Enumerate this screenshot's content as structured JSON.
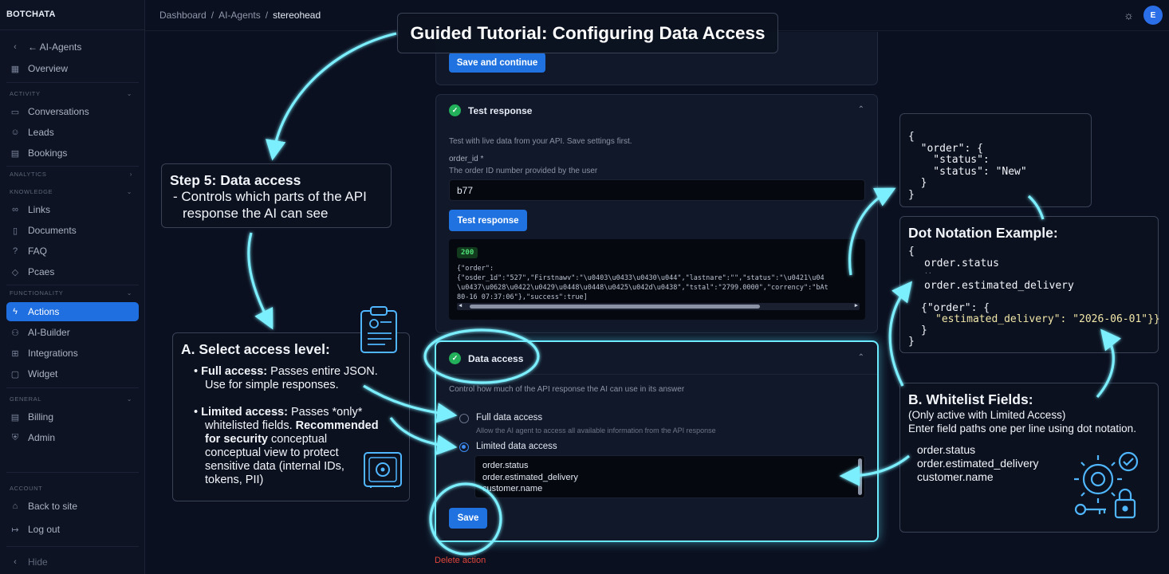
{
  "sidebar": {
    "brand": "BOTCHATA",
    "back": "← AI-Agents",
    "overview": "Overview",
    "sections": {
      "activity": "ACTIVITY",
      "analytics": "ANALYTICS",
      "knowledge": "KNOWLEDGE",
      "functionality": "FUNCTIONALITY",
      "general": "GENERAL",
      "account": "ACCOUNT"
    },
    "items": {
      "conversations": "Conversations",
      "leads": "Leads",
      "bookings": "Bookings",
      "links": "Links",
      "documents": "Documents",
      "faq": "FAQ",
      "pages": "Pcaes",
      "actions": "Actions",
      "ai_builder": "AI-Builder",
      "integrations": "Integrations",
      "widget": "Widget",
      "billing": "Billing",
      "admin": "Admin",
      "back_to_site": "Back to site",
      "log_out": "Log out",
      "hide": "Hide"
    }
  },
  "topbar": {
    "crumb1": "Dashboard",
    "crumb2": "AI-Agents",
    "crumb3": "stereohead",
    "sep": "/",
    "avatar": "E"
  },
  "main": {
    "save_continue": "Save and continue",
    "test": {
      "title": "Test response",
      "desc": "Test with live data from your API. Save settings first.",
      "field_label": "order_id *",
      "field_help": "The order ID number provided by the user",
      "field_value": "b77",
      "button": "Test response",
      "status": "200",
      "lines": [
        "{\"order\":",
        "{\"osder_1d\":\"527\",\"Firstnawv\":\"\\u0403\\u0433\\u0430\\u044\",\"lastnare\":\"\",\"status\":\"\\u0421\\u04",
        "\\u0437\\u0628\\u0422\\u0429\\u0448\\u0448\\u0425\\u042d\\u0438\",\"tstal\":\"2799.0000\",\"corrency\":\"bAt",
        "80-16 07:37:06\"},\"success\":true]"
      ]
    },
    "access": {
      "title": "Data access",
      "desc": "Control how much of the API response the AI can use in its answer",
      "full_label": "Full data access",
      "full_desc": "Allow the AI agent to access all available information from the API response",
      "limited_label": "Limited data access",
      "fields": [
        "order.status",
        "order.estimated_delivery",
        "customer.name"
      ],
      "save": "Save",
      "delete": "Delete action"
    }
  },
  "overlay": {
    "title": "Guided Tutorial: Configuring Data Access",
    "step5_title": "Step 5: Data access",
    "step5_body1": "- Controls which parts of the API",
    "step5_body2": "response the AI can see",
    "a_title": "A. Select access level:",
    "a_full_bold": "Full access:",
    "a_full_rest1": "Passes entire JSON.",
    "a_full_rest2": "Use for simple responses.",
    "a_lim_bold": "Limited access:",
    "a_lim_rest1": "Passes *only*",
    "a_lim_2": "whitelisted fields.",
    "a_lim_bold2": "Recommended",
    "a_lim_3b": "for security",
    "a_lim_3": "conceptual",
    "a_lim_4": "conceptual view to protect",
    "a_lim_5": "sensitive data (internal IDs,",
    "a_lim_6": "tokens, PII)",
    "json1": [
      "{",
      "  \"order\": {",
      "    \"status\":",
      "    \"status\": \"New\"",
      "  }",
      "}"
    ],
    "dot_title": "Dot Notation Example:",
    "dot_lines": [
      "{",
      "order.status",
      "order.estimated_delivery",
      "{\"order\": {",
      "\"estimated_delivery\": \"2026-06-01\"}}",
      "}",
      "}"
    ],
    "dot_small": "..",
    "b_title": "B. Whitelist Fields:",
    "b_sub1": "(Only active with Limited Access)",
    "b_sub2": "Enter field paths one per line using dot notation.",
    "b_fields": [
      "order.status",
      "order.estimated_delivery",
      "customer.name"
    ]
  },
  "colors": {
    "accent": "#1f72e0",
    "glow": "#5be6ff",
    "success": "#22b05a",
    "danger": "#e0463b"
  }
}
